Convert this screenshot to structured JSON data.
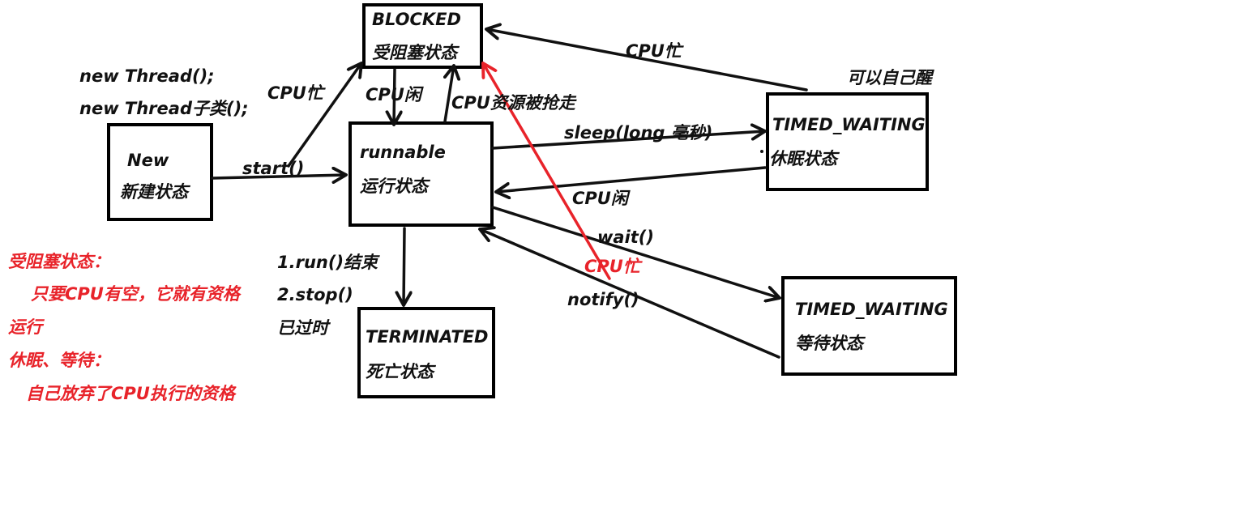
{
  "states": {
    "blocked": {
      "en": "BLOCKED",
      "zh": "受阻塞状态"
    },
    "new": {
      "en": "New",
      "zh": "新建状态"
    },
    "runnable": {
      "en": "runnable",
      "zh": "运行状态"
    },
    "timed_waiting_sleep": {
      "en": "TIMED_WAITING",
      "zh": "休眠状态"
    },
    "timed_waiting_wait": {
      "en": "TIMED_WAITING",
      "zh": "等待状态"
    },
    "terminated": {
      "en": "TERMINATED",
      "zh": "死亡状态"
    }
  },
  "labels": {
    "new_thread_1": "new Thread();",
    "new_thread_2": "new Thread子类();",
    "start": "start()",
    "cpu_busy_to_blocked": "CPU忙",
    "cpu_idle_from_blocked": "CPU闲",
    "cpu_preempted": "CPU资源被抢走",
    "cpu_busy_sleep_to_blocked": "CPU忙",
    "can_wake_self": "可以自己醒",
    "sleep": "sleep(long 毫秒)",
    "cpu_idle_sleep_to_runnable": "CPU闲",
    "wait": "wait()",
    "cpu_busy_red": "CPU忙",
    "notify": "notify()",
    "run_end": "1.run()结束",
    "stop": "2.stop()",
    "deprecated": "已过时"
  },
  "notes": {
    "blocked_title": "受阻塞状态：",
    "blocked_desc": "只要CPU有空，它就有资格",
    "blocked_desc_2": "运行",
    "sleep_wait_title": "休眠、等待：",
    "sleep_wait_desc": "自己放弃了CPU执行的资格"
  },
  "colors": {
    "stroke": "#111111",
    "accent_red": "#e8232a",
    "background": "#ffffff"
  }
}
